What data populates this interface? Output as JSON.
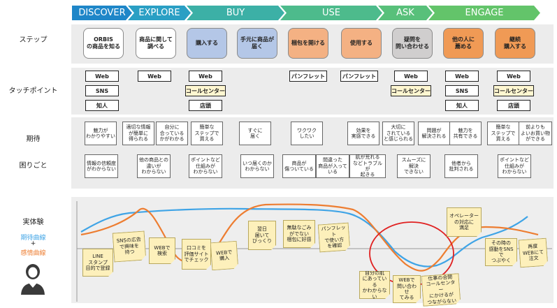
{
  "phases": [
    {
      "label": "DISCOVER",
      "color": "#1e86c8"
    },
    {
      "label": "EXPLORE",
      "color": "#2a9fc4"
    },
    {
      "label": "BUY",
      "color": "#3cb0a6"
    },
    {
      "label": "USE",
      "color": "#4dbb8c"
    },
    {
      "label": "ASK",
      "color": "#58c07a"
    },
    {
      "label": "ENGAGE",
      "color": "#63c46a"
    }
  ],
  "row_labels": {
    "steps": "ステップ",
    "touchpoints": "タッチポイント",
    "expectations": "期待",
    "pains": "困りごと",
    "experience": "実体験",
    "expect_curve": "期待曲線",
    "plus": "+",
    "emotion_curve": "感情曲線"
  },
  "colors": {
    "expect_curve": "#3fa4e6",
    "emotion_curve": "#ed7d31",
    "circle": "#e02020",
    "step_white": "#ffffff",
    "step_blue": "#b4c7e7",
    "step_peach": "#f4b183",
    "step_gray": "#d0cece",
    "step_orange": "#f09a55"
  },
  "steps": [
    {
      "label": "ORBIS\nの商品を知る",
      "fill": "#ffffff"
    },
    {
      "label": "商品に関して\n調べる",
      "fill": "#ffffff"
    },
    {
      "label": "購入する",
      "fill": "#b4c7e7"
    },
    {
      "label": "手元に商品が\n届く",
      "fill": "#b4c7e7"
    },
    {
      "label": "梱包を開ける",
      "fill": "#f4b183"
    },
    {
      "label": "使用する",
      "fill": "#f4b183"
    },
    {
      "label": "疑問を\n問い合わせる",
      "fill": "#d0cece"
    },
    {
      "label": "他の人に\n薦める",
      "fill": "#f09a55"
    },
    {
      "label": "継続\n購入する",
      "fill": "#f09a55"
    }
  ],
  "touchpoints": [
    [
      "Web",
      "SNS",
      "知人"
    ],
    [
      "Web"
    ],
    [
      "Web",
      "コールセンター",
      "店頭"
    ],
    [],
    [
      "パンフレット"
    ],
    [
      "パンフレット"
    ],
    [
      "Web",
      "コールセンター"
    ],
    [
      "Web",
      "SNS",
      "知人"
    ],
    [
      "Web",
      "コールセンター",
      "店頭"
    ]
  ],
  "expectations": [
    "魅力が\nわかりやすい",
    "適切な情報\nが簡単に\n得られる",
    "自分に\n合っている\nかがわかる",
    "簡単な\nステップで\n買える",
    "すぐに\n届く",
    "ワクワク\nしたい",
    "効果を\n実感できる",
    "大切に\nされている\nと感じられる",
    "問題が\n解決される",
    "魅力を\n共有できる",
    "簡単な\nステップで\n買える",
    "前よりも\nよいお買い物\nができる"
  ],
  "pains": [
    "情報の信頼度\nがわからない",
    "他の商品との\n違いが\nわからない",
    "ポイントなど\n仕組みが\nわからない",
    "いつ届くのか\nわからない",
    "商品が\n傷ついている",
    "間違った\n商品が入って\nいる",
    "肌が荒れる\nなどトラブルが\n起きる",
    "スムーズに\n解決\nできない",
    "他者から\n批判される",
    "ポイントなど\n仕組みが\nわからない"
  ],
  "experiences": [
    "LINE\nスタンプ\n目的で登録",
    "SNSの広告\nで興味を\n持つ",
    "WEBで\n検索",
    "口コミを\n評価サイト\nでチェック",
    "WEBで\n購入",
    "翌日\n届いて\nびっくり",
    "無駄なごみ\nがでない\n梱包に好感",
    "パンフレット\nで使い方\nを確認",
    "自分の肌\nにあっている\nかわからない",
    "WEBで\n問い合わせ\nてみる",
    "仕事の合間\nコールセンター\nにかけるが\nつながらない",
    "オペレーター\nの対応に\n満足",
    "その時の\n感動をSNSで\nつぶやく",
    "再度\nWEBにて\n注文"
  ]
}
